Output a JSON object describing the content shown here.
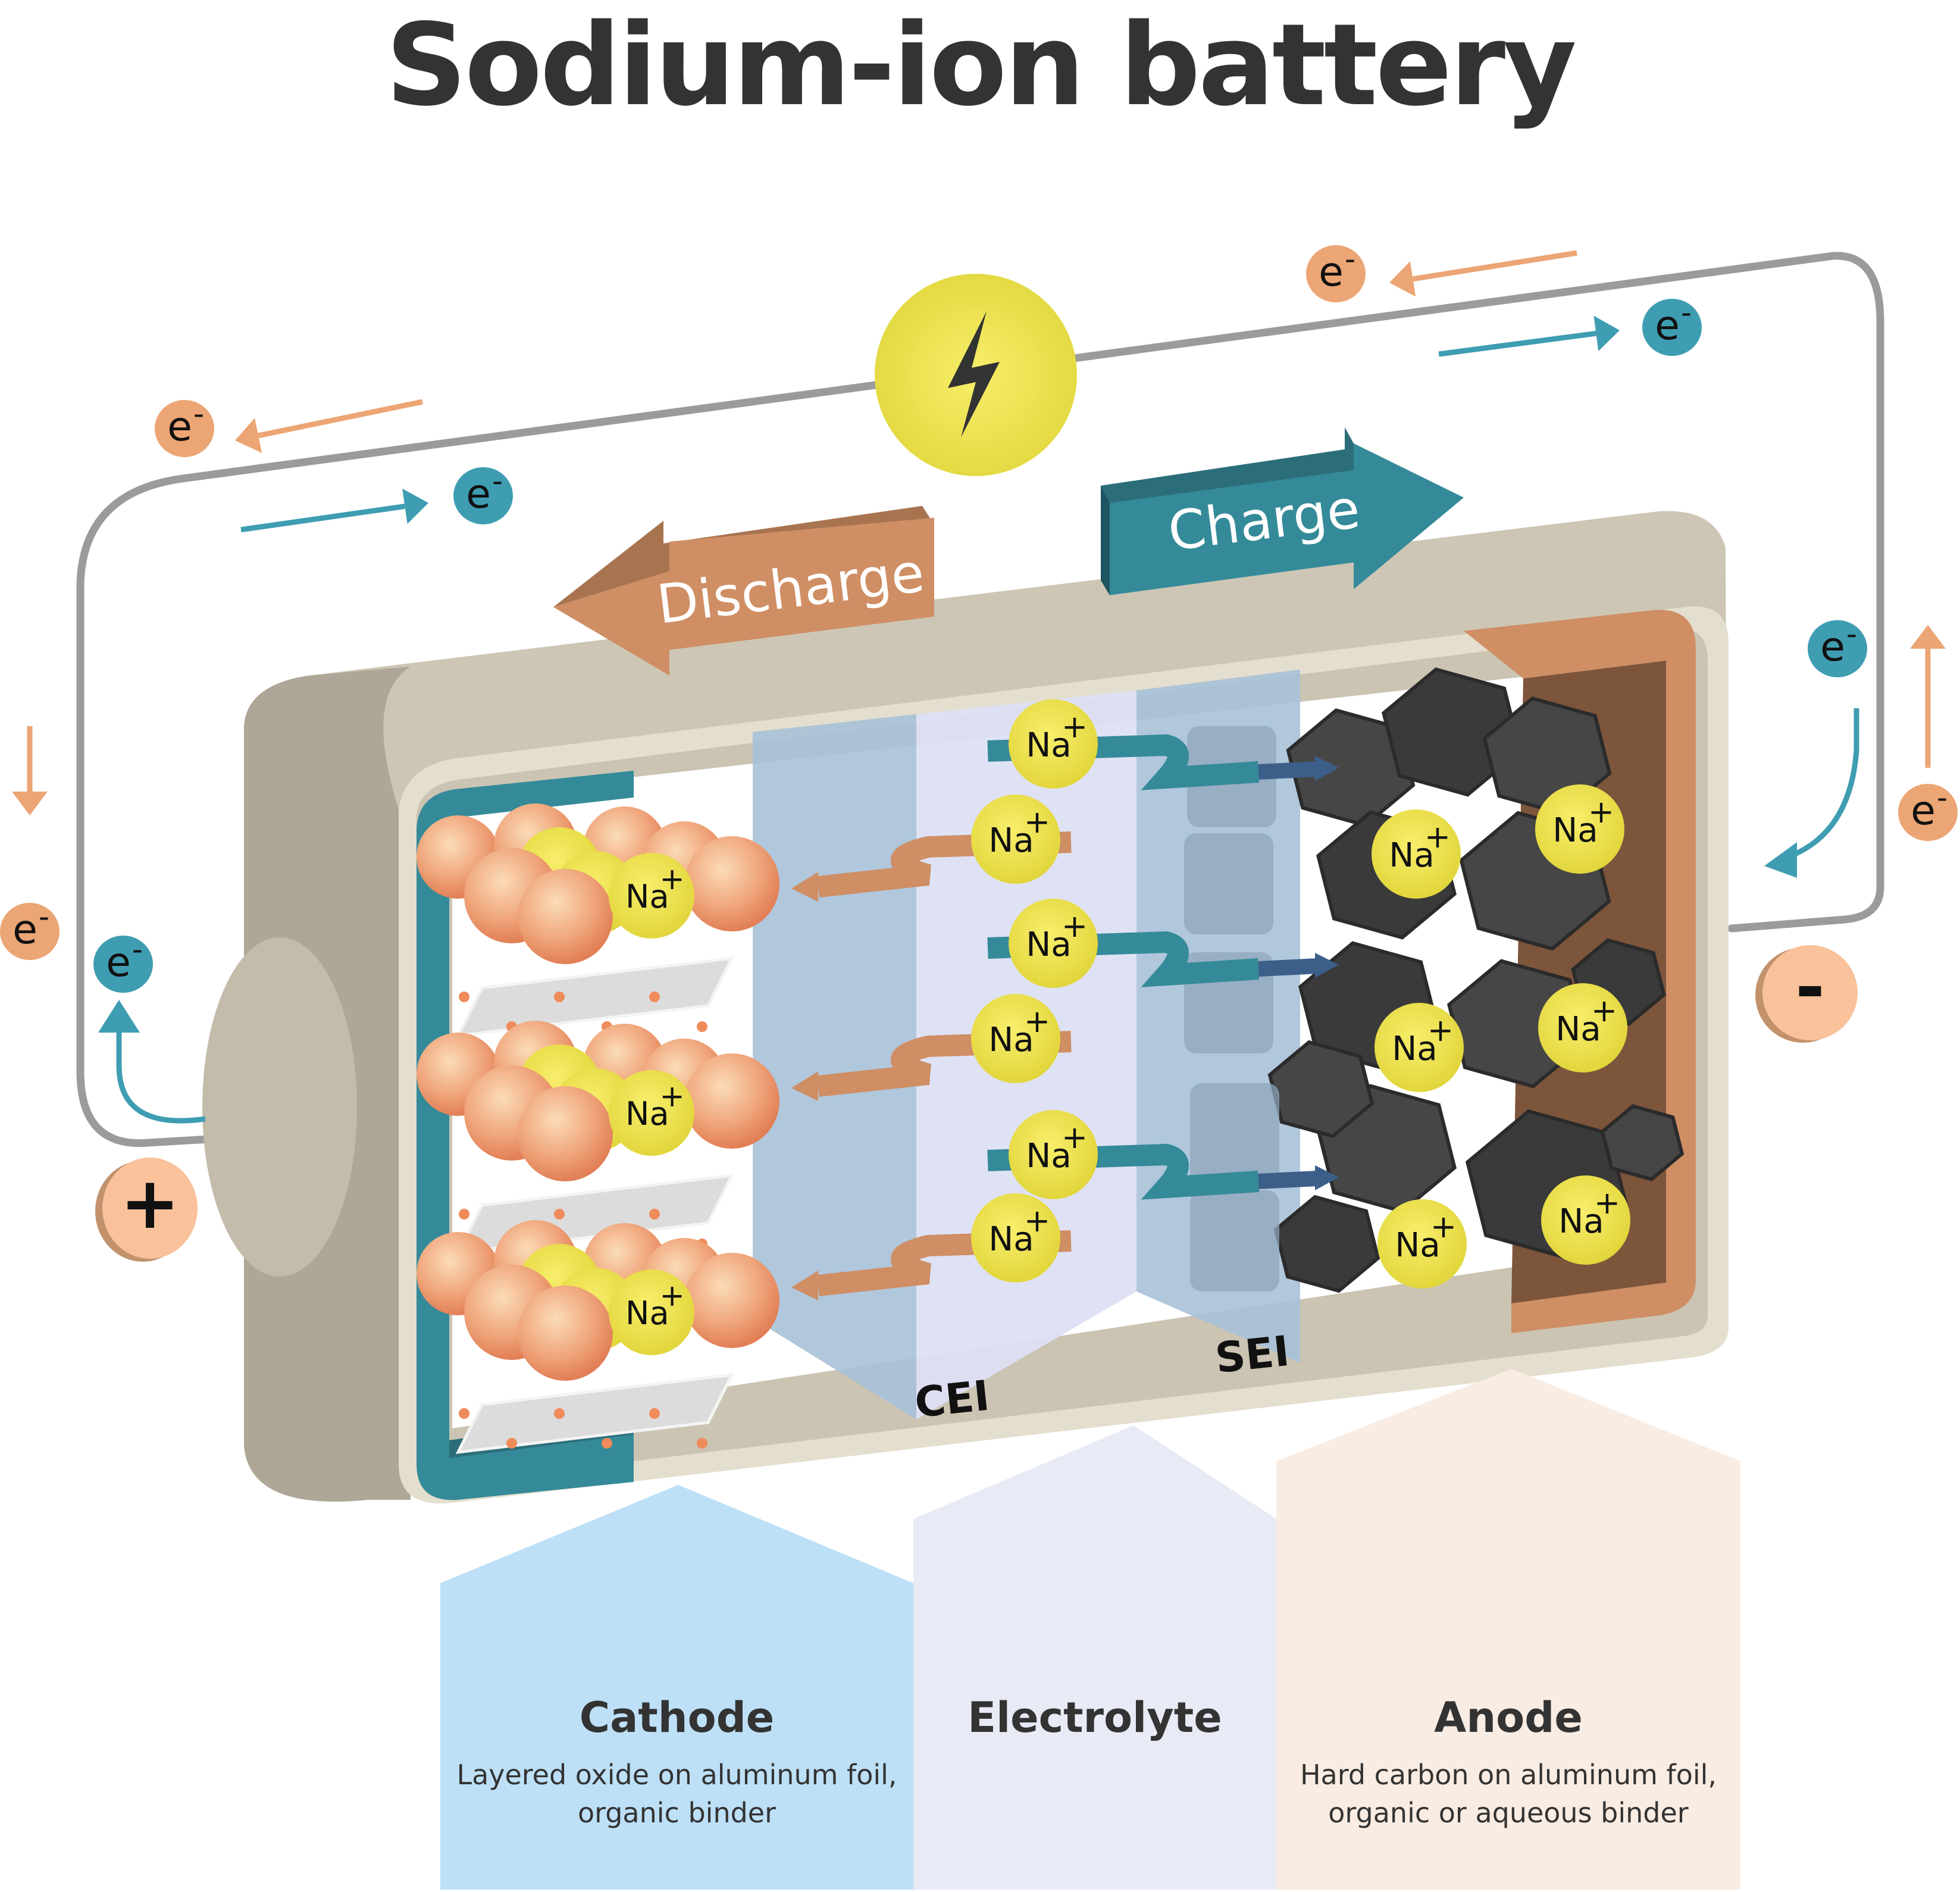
{
  "title": "Sodium-ion battery",
  "arrows": {
    "discharge_label": "Discharge",
    "charge_label": "Charge"
  },
  "interfaces": {
    "cei_label": "CEI",
    "sei_label": "SEI"
  },
  "ions": {
    "label": "Na",
    "charge": "+"
  },
  "electrons": {
    "label": "e",
    "charge": "-"
  },
  "terminals": {
    "positive": "+",
    "negative": "-"
  },
  "panels": [
    {
      "title": "Cathode",
      "description_line1": "Layered oxide on aluminum foil,",
      "description_line2": "organic binder"
    },
    {
      "title": "Electrolyte",
      "description_line1": "",
      "description_line2": ""
    },
    {
      "title": "Anode",
      "description_line1": "Hard carbon on aluminum foil,",
      "description_line2": "organic or aqueous binder"
    }
  ],
  "colors": {
    "discharge": "#cf8e64",
    "charge": "#358a99",
    "electron_discharge": "#eca574",
    "electron_charge": "#3f9db2",
    "sodium_ion": "#e7dc45",
    "casing": "#cdc6b5",
    "wire": "#9b9b9b",
    "cathode_panel": "#bde0f7",
    "electrolyte_panel": "#e8eaf6",
    "anode_panel": "#f9ece2"
  }
}
